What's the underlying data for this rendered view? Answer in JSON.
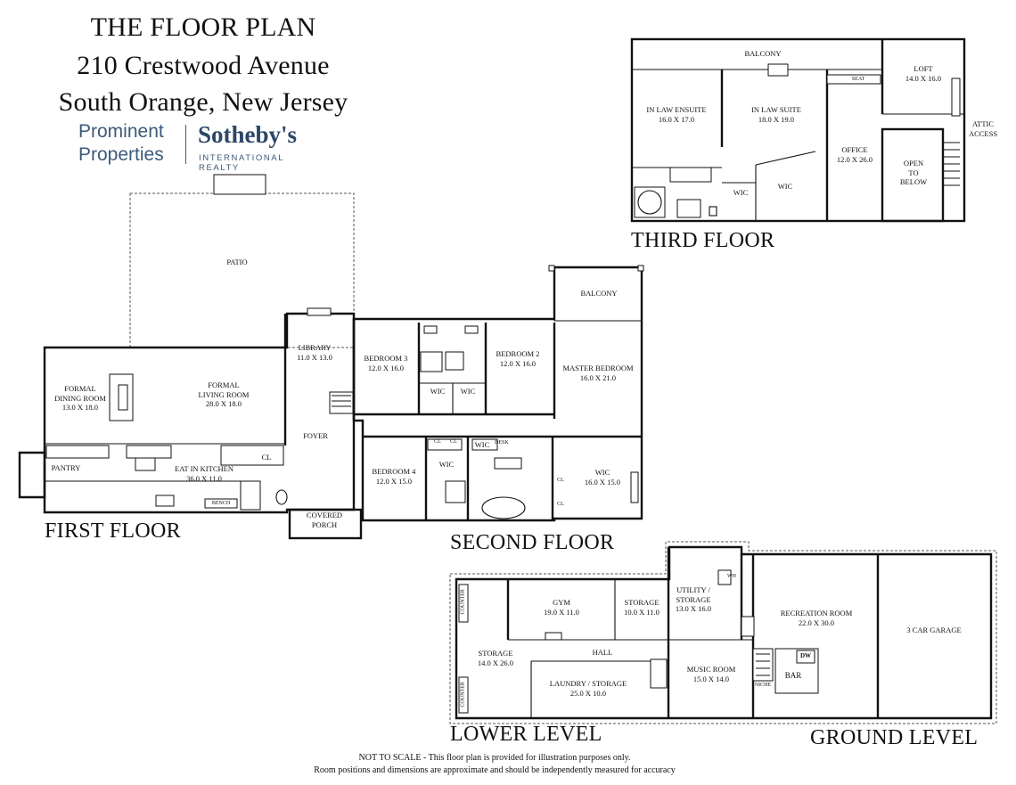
{
  "header": {
    "line1": "THE FLOOR PLAN",
    "line2": "210 Crestwood Avenue",
    "line3": "South Orange, New Jersey"
  },
  "brand": {
    "prominent": "Prominent",
    "properties": "Properties",
    "sothebys": "Sotheby's",
    "intl": "INTERNATIONAL REALTY",
    "color": "#2c4766"
  },
  "floors": {
    "first": "FIRST FLOOR",
    "second": "SECOND FLOOR",
    "third": "THIRD FLOOR",
    "lower": "LOWER LEVEL",
    "ground": "GROUND LEVEL"
  },
  "rooms": {
    "patio": "PATIO",
    "library": {
      "name": "LIBRARY",
      "dims": "11.0 X 13.0"
    },
    "formal_dining": {
      "name1": "FORMAL",
      "name2": "DINING ROOM",
      "dims": "13.0 X 18.0"
    },
    "formal_living": {
      "name1": "FORMAL",
      "name2": "LIVING ROOM",
      "dims": "28.0 X 18.0"
    },
    "foyer": "FOYER",
    "pantry": "PANTRY",
    "kitchen": {
      "name": "EAT IN KITCHEN",
      "dims": "36.0 X 11.0"
    },
    "bench": "BENCH",
    "cl": "CL",
    "covered_porch": {
      "name1": "COVERED",
      "name2": "PORCH"
    },
    "bedroom3": {
      "name": "BEDROOM 3",
      "dims": "12.0 X 16.0"
    },
    "bedroom2": {
      "name": "BEDROOM 2",
      "dims": "12.0 X 16.0"
    },
    "bedroom4": {
      "name": "BEDROOM 4",
      "dims": "12.0 X 15.0"
    },
    "balcony": "BALCONY",
    "master": {
      "name": "MASTER BEDROOM",
      "dims": "16.0 X 21.0"
    },
    "wic": "WIC",
    "master_wic": {
      "name": "WIC",
      "dims": "16.0 X 15.0"
    },
    "desk": "DESK",
    "in_law_ensuite": {
      "name": "IN LAW ENSUITE",
      "dims": "16.0 X 17.0"
    },
    "in_law_suite": {
      "name": "IN LAW SUITE",
      "dims": "18.0 X 19.0"
    },
    "loft": {
      "name": "LOFT",
      "dims": "14.0 X 16.0"
    },
    "seat": "SEAT",
    "attic": {
      "l1": "ATTIC",
      "l2": "ACCESS"
    },
    "office": {
      "name": "OFFICE",
      "dims": "12.0 X 26.0"
    },
    "open_below": {
      "l1": "OPEN",
      "l2": "TO",
      "l3": "BELOW"
    },
    "gym": {
      "name": "GYM",
      "dims": "19.0 X 11.0"
    },
    "storage_a": {
      "name": "STORAGE",
      "dims": "10.0 X 11.0"
    },
    "storage_b": {
      "name": "STORAGE",
      "dims": "14.0 X 26.0"
    },
    "hall": "HALL",
    "laundry": {
      "name": "LAUNDRY / STORAGE",
      "dims": "25.0 X 10.0"
    },
    "utility": {
      "l1": "UTILITY /",
      "l2": "STORAGE",
      "dims": "13.0 X 16.0"
    },
    "wh": "WH",
    "music": {
      "name": "MUSIC ROOM",
      "dims": "15.0 X 14.0"
    },
    "recreation": {
      "name": "RECREATION ROOM",
      "dims": "22.0 X 30.0"
    },
    "garage": "3 CAR GARAGE",
    "bar": "BAR",
    "dw": "DW",
    "niche": "NICHE",
    "counter": "COUNTER"
  },
  "footer": {
    "line1": "NOT TO SCALE - This floor plan is provided for illustration purposes only.",
    "line2": "Room positions and dimensions are approximate and should be independently measured for accuracy"
  }
}
